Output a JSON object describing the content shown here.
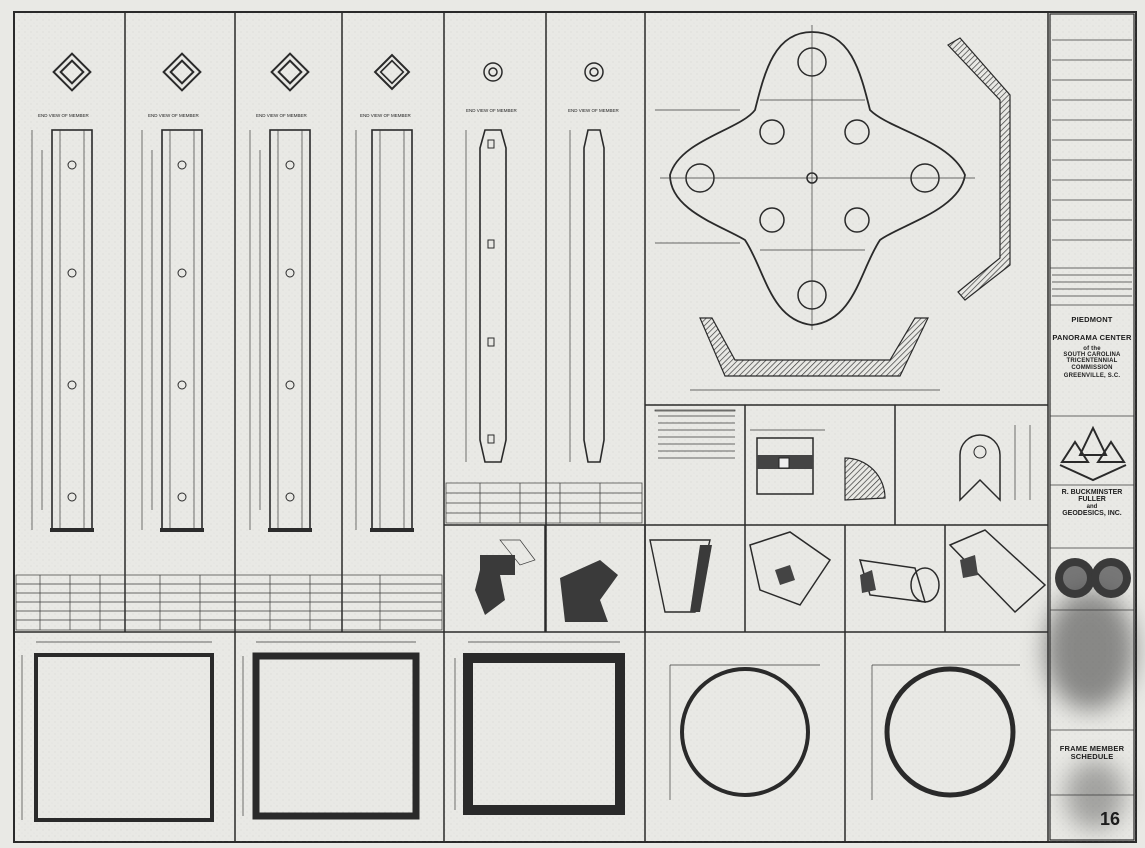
{
  "drawing": {
    "title_block": {
      "project_lines": [
        "PIEDMONT",
        "PANORAMA CENTER",
        "of the",
        "SOUTH CAROLINA",
        "TRICENTENNIAL",
        "COMMISSION",
        "GREENVILLE, S.C."
      ],
      "designer_lines": [
        "R. BUCKMINSTER FULLER",
        "and",
        "GEODESICS, INC."
      ],
      "drawing_title_lines": [
        "FRAME MEMBER",
        "SCHEDULE"
      ],
      "sheet_number": "16"
    },
    "colors": {
      "paper": "#e9e9e5",
      "ink": "#2a2a2a",
      "hatch": "#555555"
    }
  }
}
